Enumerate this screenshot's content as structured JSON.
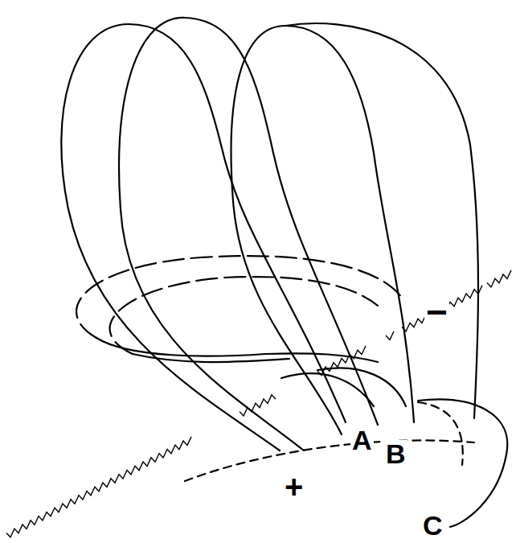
{
  "diagram": {
    "labels": [
      "A",
      "B",
      "C",
      "+",
      "−"
    ]
  }
}
